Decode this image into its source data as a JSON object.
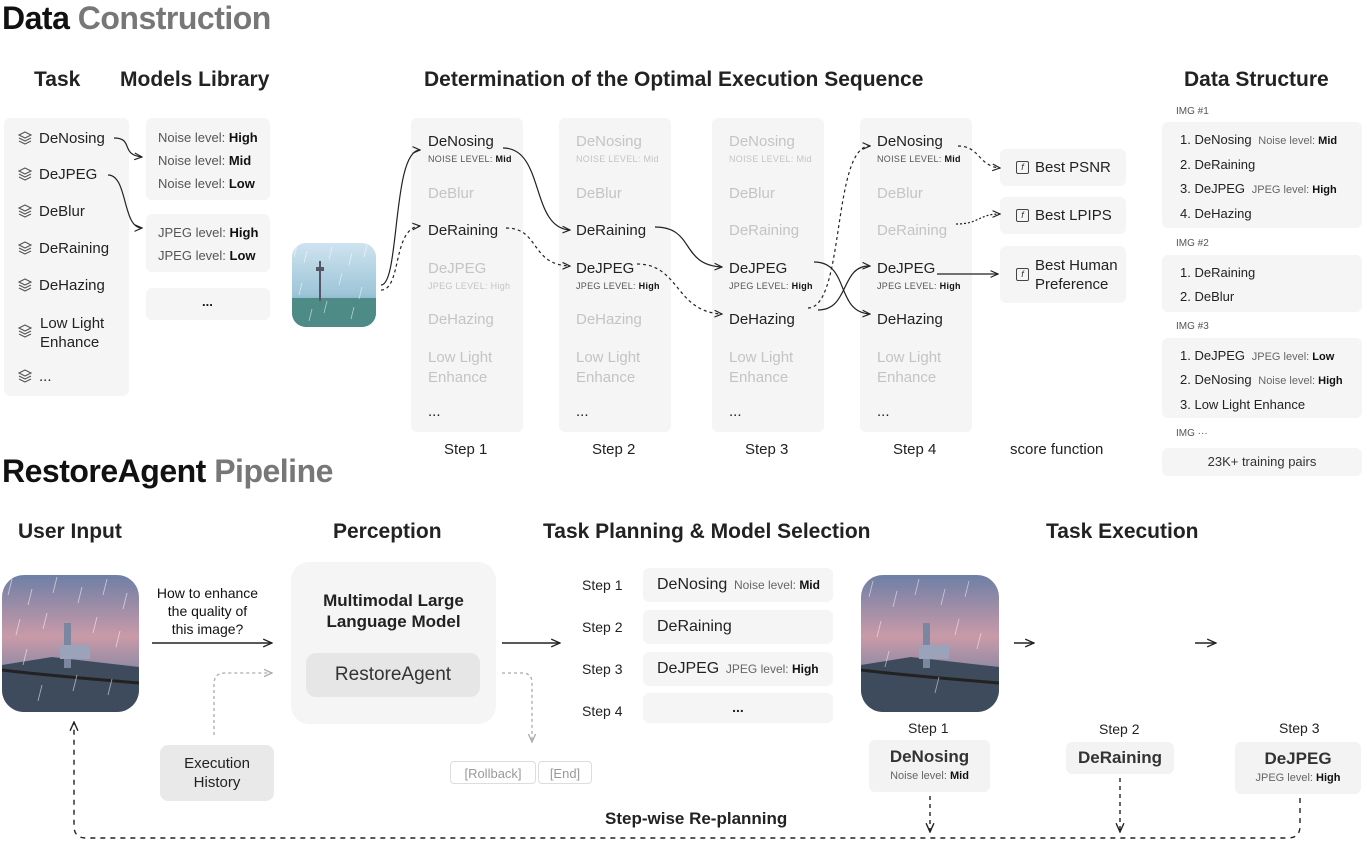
{
  "titles": {
    "data_construction_a": "Data",
    "data_construction_b": "Construction",
    "pipeline_a": "RestoreAgent",
    "pipeline_b": "Pipeline"
  },
  "sections": {
    "task": "Task",
    "models_library": "Models Library",
    "determination": "Determination of the Optimal Execution Sequence",
    "data_structure": "Data Structure",
    "user_input": "User Input",
    "perception": "Perception",
    "task_planning": "Task Planning & Model Selection",
    "task_execution": "Task Execution"
  },
  "tasks": [
    "DeNosing",
    "DeJPEG",
    "DeBlur",
    "DeRaining",
    "DeHazing",
    "Low Light Enhance",
    "..."
  ],
  "models": {
    "noise": [
      {
        "label": "Noise level: ",
        "value": "High"
      },
      {
        "label": "Noise level: ",
        "value": "Mid"
      },
      {
        "label": "Noise level: ",
        "value": "Low"
      }
    ],
    "jpeg": [
      {
        "label": "JPEG level: ",
        "value": "High"
      },
      {
        "label": "JPEG level: ",
        "value": "Low"
      }
    ],
    "more": "..."
  },
  "columns": {
    "denosing": "DeNosing",
    "noise_sub": "NOISE LEVEL: ",
    "noise_sub_val": "Mid",
    "deblur": "DeBlur",
    "deraining": "DeRaining",
    "dejpeg": "DeJPEG",
    "jpeg_sub": "JPEG LEVEL: ",
    "jpeg_sub_val": "High",
    "dehazing": "DeHazing",
    "lowlight_1": "Low Light",
    "lowlight_2": "Enhance",
    "more": "...",
    "steps": [
      "Step 1",
      "Step 2",
      "Step 3",
      "Step 4"
    ]
  },
  "scores": {
    "psnr": "Best PSNR",
    "lpips": "Best LPIPS",
    "human_1": "Best Human",
    "human_2": "Preference",
    "label": "score function",
    "icon": "f"
  },
  "data_structure": {
    "img1": {
      "label": "IMG #1",
      "items": [
        {
          "n": "1.",
          "name": "DeNosing",
          "lvl": "Noise level: ",
          "val": "Mid"
        },
        {
          "n": "2.",
          "name": "DeRaining",
          "lvl": "",
          "val": ""
        },
        {
          "n": "3.",
          "name": "DeJPEG",
          "lvl": "JPEG level: ",
          "val": "High"
        },
        {
          "n": "4.",
          "name": "DeHazing",
          "lvl": "",
          "val": ""
        }
      ]
    },
    "img2": {
      "label": "IMG #2",
      "items": [
        {
          "n": "1.",
          "name": "DeRaining"
        },
        {
          "n": "2.",
          "name": "DeBlur"
        }
      ]
    },
    "img3": {
      "label": "IMG #3",
      "items": [
        {
          "n": "1.",
          "name": "DeJPEG",
          "lvl": "JPEG level: ",
          "val": "Low"
        },
        {
          "n": "2.",
          "name": "DeNosing",
          "lvl": "Noise level: ",
          "val": "High"
        },
        {
          "n": "3.",
          "name": "Low Light Enhance",
          "lvl": "",
          "val": ""
        }
      ]
    },
    "img_more": "IMG ···",
    "pairs": "23K+ training pairs"
  },
  "pipeline": {
    "question_1": "How to enhance",
    "question_2": "the quality of",
    "question_3": "this image?",
    "mllm_1": "Multimodal Large",
    "mllm_2": "Language Model",
    "restore_agent": "RestoreAgent",
    "history_1": "Execution",
    "history_2": "History",
    "rollback": "[Rollback]",
    "end": "[End]",
    "plan": [
      {
        "step": "Step 1",
        "name": "DeNosing",
        "lvl": "Noise level: ",
        "val": "Mid"
      },
      {
        "step": "Step 2",
        "name": "DeRaining",
        "lvl": "",
        "val": ""
      },
      {
        "step": "Step 3",
        "name": "DeJPEG",
        "lvl": "JPEG level: ",
        "val": "High"
      },
      {
        "step": "Step 4",
        "name": "...",
        "lvl": "",
        "val": ""
      }
    ],
    "exec": [
      {
        "step": "Step 1",
        "name": "DeNosing",
        "lvl": "Noise level: ",
        "val": "Mid"
      },
      {
        "step": "Step 2",
        "name": "DeRaining",
        "lvl": "",
        "val": ""
      },
      {
        "step": "Step 3",
        "name": "DeJPEG",
        "lvl": "JPEG level: ",
        "val": "High"
      }
    ],
    "replanning": "Step-wise Re-planning"
  }
}
